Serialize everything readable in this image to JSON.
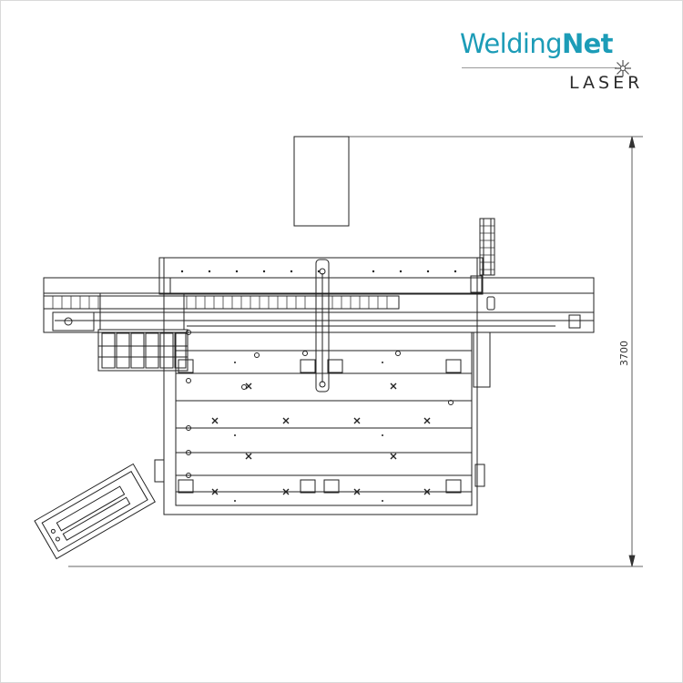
{
  "logo": {
    "word_light": "Welding",
    "word_bold": "Net",
    "sub": "LASER",
    "brand_color": "#1c9cb7",
    "sub_color": "#2b2b2b"
  },
  "dimension": {
    "overall_length": "3700"
  },
  "colors": {
    "line": "#222222",
    "frame": "#d9d9d9"
  }
}
